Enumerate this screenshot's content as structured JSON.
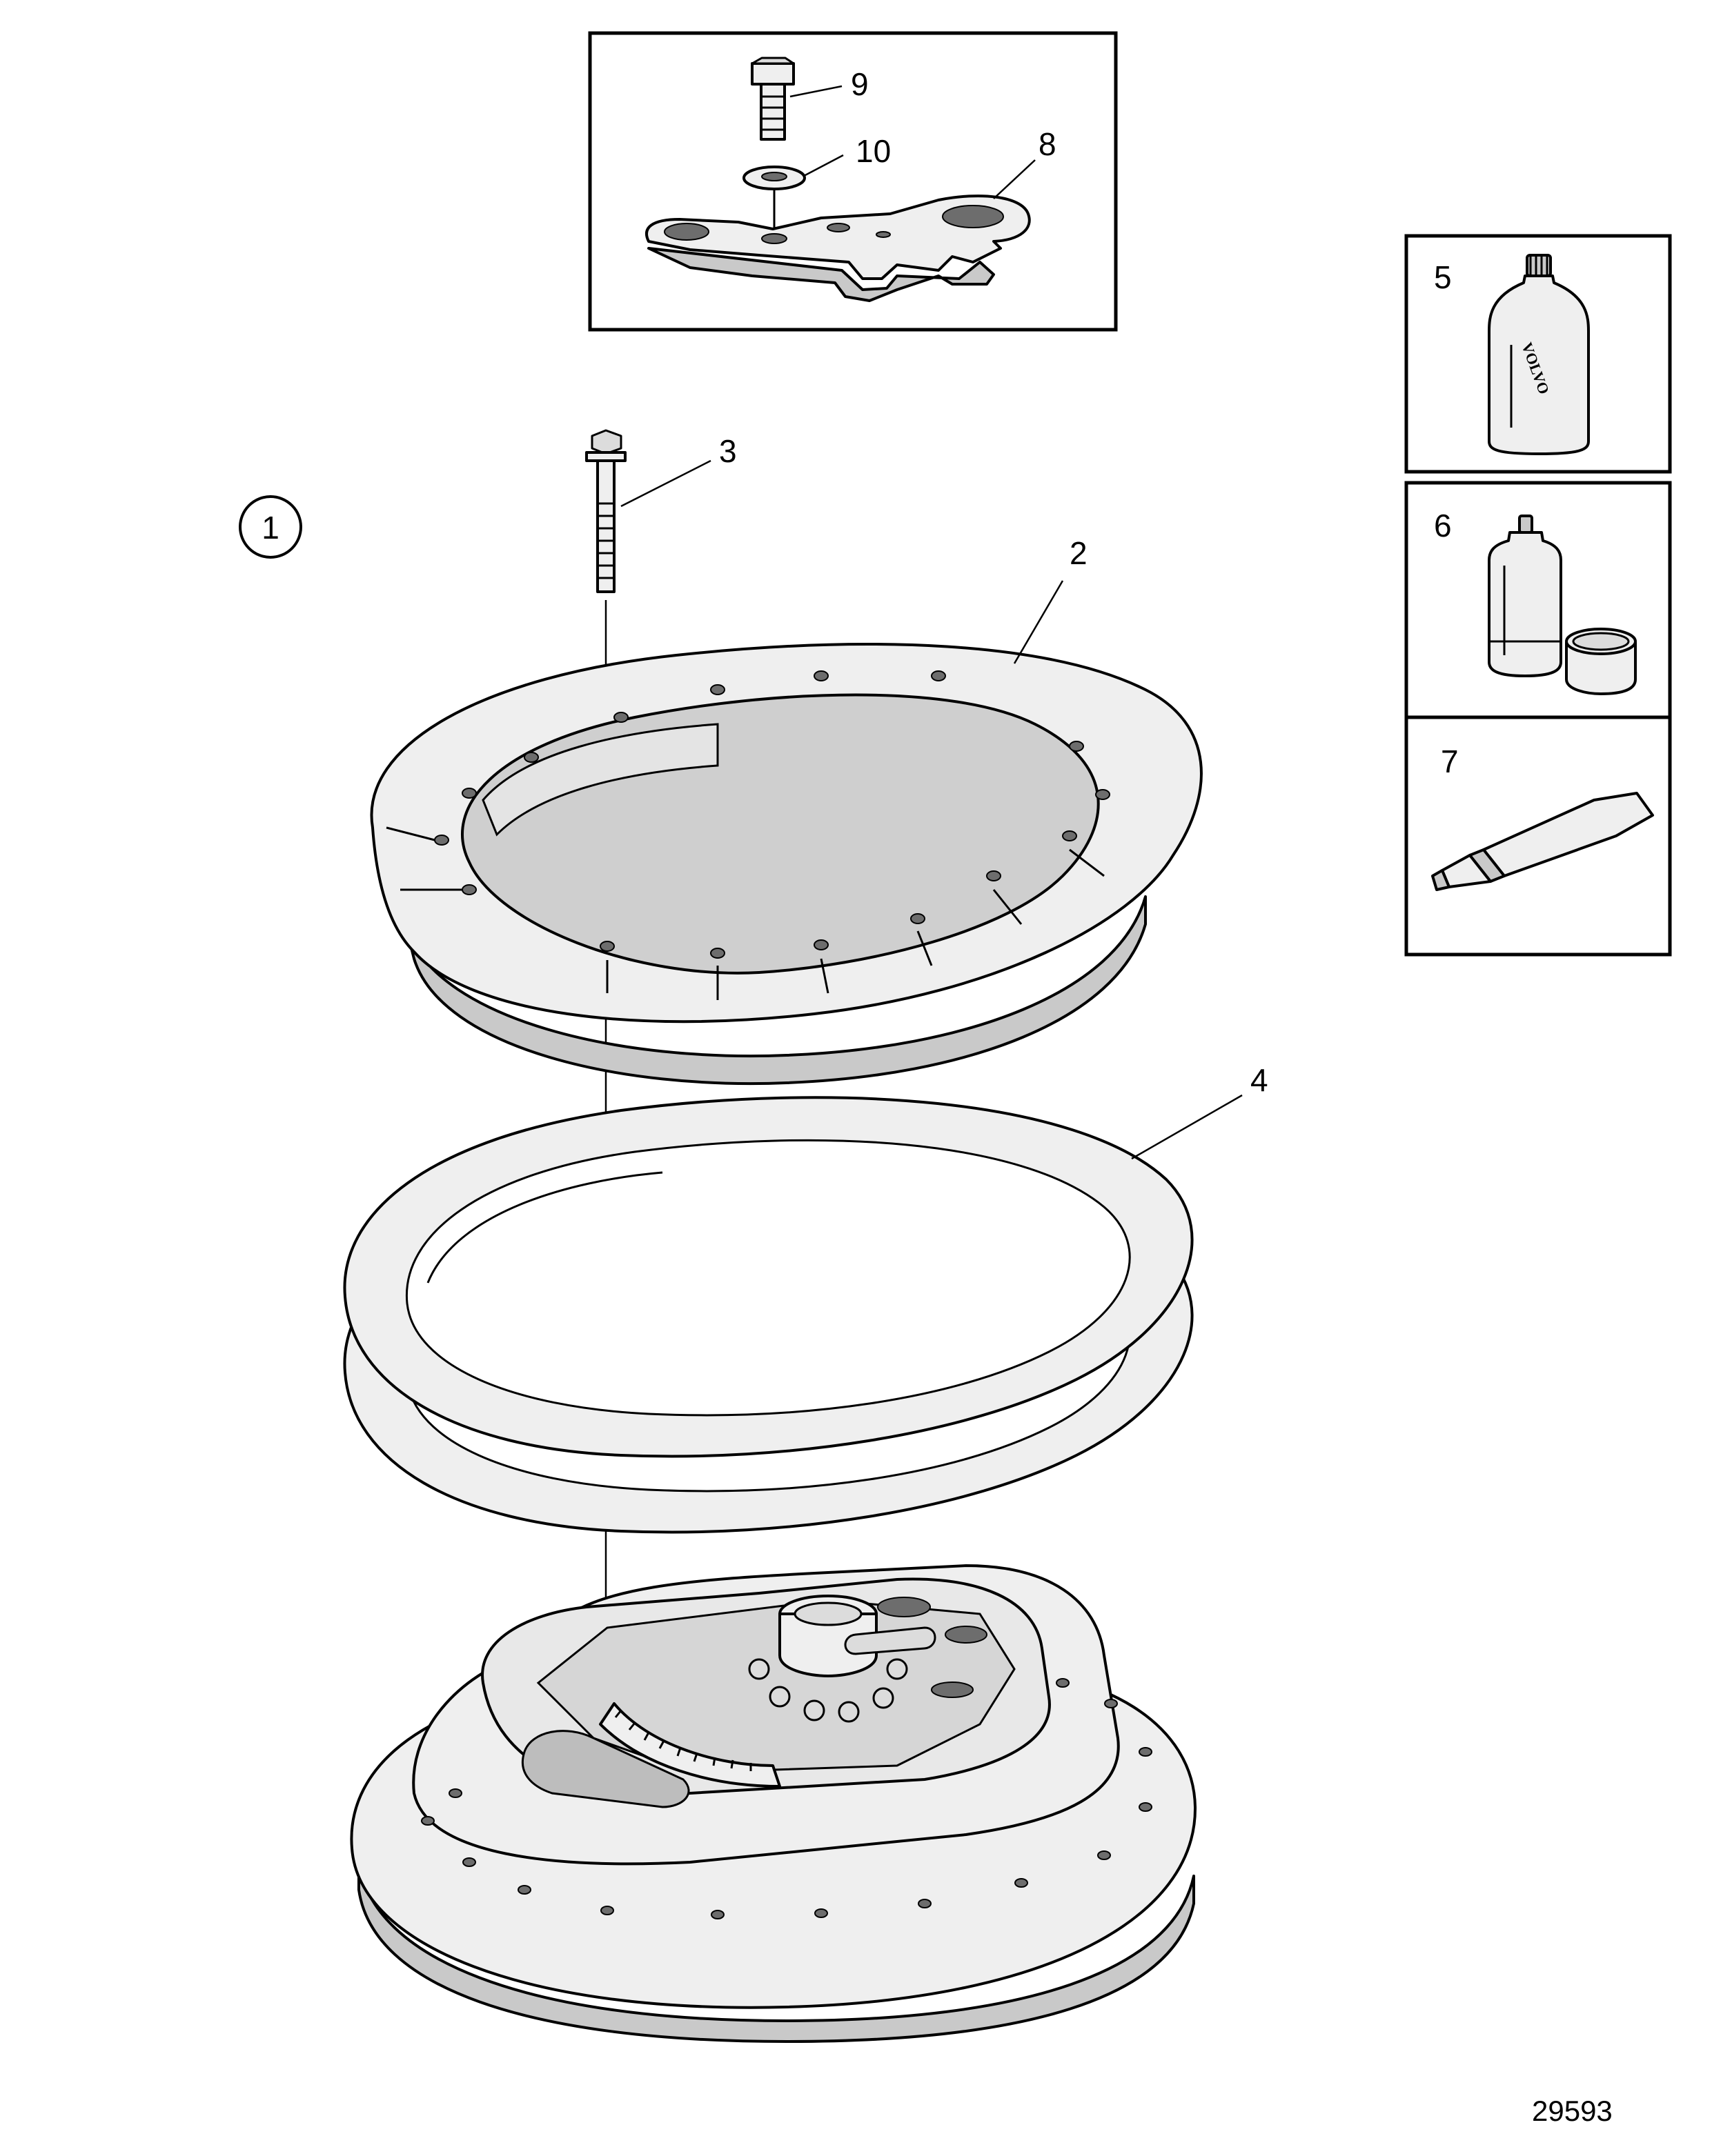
{
  "callouts": {
    "c1": "1",
    "c2": "2",
    "c3": "3",
    "c4": "4",
    "c5": "5",
    "c6": "6",
    "c7": "7",
    "c8": "8",
    "c9": "9",
    "c10": "10"
  },
  "bottle_label": "VOLVO",
  "document_number": "29593"
}
